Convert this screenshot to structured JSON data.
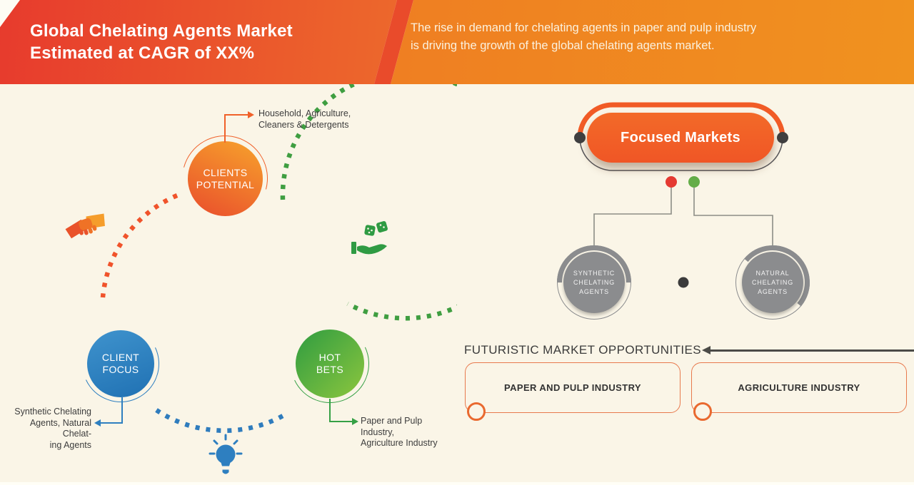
{
  "header": {
    "title_line1": "Global Chelating Agents Market",
    "title_line2": "Estimated at CAGR of XX%",
    "subtitle_line1": "The rise in demand for chelating agents in paper and pulp industry",
    "subtitle_line2": "is driving the growth of the global chelating agents market."
  },
  "left_diagram": {
    "circles": [
      {
        "label_lines": [
          "CLIENTS",
          "POTENTIAL"
        ],
        "color": "#ef7227"
      },
      {
        "label_lines": [
          "CLIENT",
          "FOCUS"
        ],
        "color": "#2e7fc0"
      },
      {
        "label_lines": [
          "HOT",
          "BETS"
        ],
        "color": "#55ab40"
      }
    ],
    "callouts": {
      "clients_potential": {
        "lines": [
          "Household, Agriculture,",
          "Cleaners & Detergents"
        ]
      },
      "client_focus": {
        "lines": [
          "Synthetic Chelating",
          "Agents, Natural Chelat-",
          "ing Agents"
        ]
      },
      "hot_bets": {
        "lines": [
          "Paper and Pulp",
          "Industry,",
          "Agriculture Industry"
        ]
      }
    },
    "icons": {
      "handshake": "handshake-icon",
      "hand_dice": "hand-dice-icon",
      "lightbulb": "lightbulb-icon"
    }
  },
  "right_diagram": {
    "pill_label": "Focused Markets",
    "nodes": [
      {
        "label_lines": [
          "SYNTHETIC",
          "CHELATING",
          "AGENTS"
        ]
      },
      {
        "label_lines": [
          "NATURAL",
          "CHELATING",
          "AGENTS"
        ]
      }
    ],
    "legend_dots": [
      {
        "name": "red-dot",
        "color": "#e53a32"
      },
      {
        "name": "green-dot",
        "color": "#64ad48"
      }
    ],
    "opportunities": {
      "heading": "FUTURISTIC MARKET OPPORTUNITIES",
      "boxes": [
        "PAPER AND PULP INDUSTRY",
        "AGRICULTURE INDUSTRY"
      ]
    }
  },
  "colors": {
    "background": "#faf5e7",
    "header_red": "#e73b2d",
    "header_orange": "#f7a42c",
    "header_stripe": "#e94b2b",
    "accent_orange": "#f0612a",
    "accent_blue": "#2e7fc0",
    "accent_green": "#35a045",
    "node_gray": "#8b8c8e",
    "text_dark": "#3d3d3d",
    "line_gray": "#8d8d86"
  }
}
